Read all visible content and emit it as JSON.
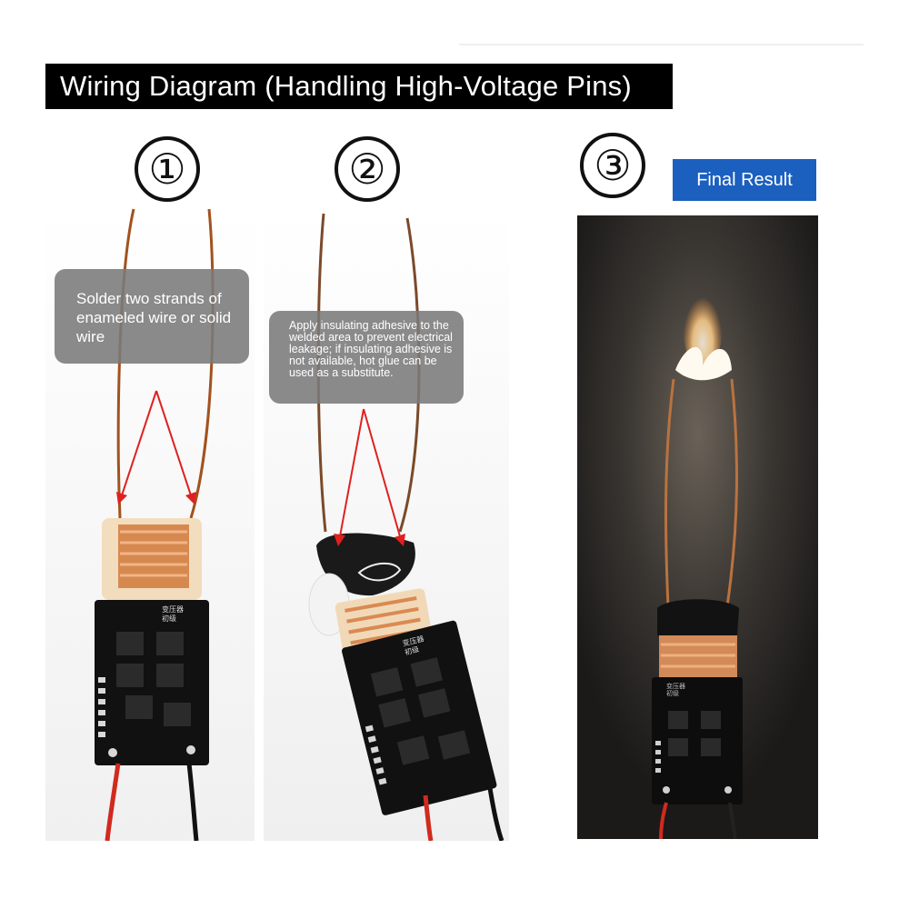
{
  "title": "Wiring Diagram (Handling High-Voltage Pins)",
  "steps": [
    {
      "number": "①"
    },
    {
      "number": "②"
    },
    {
      "number": "③"
    }
  ],
  "final_result_label": "Final Result",
  "callouts": {
    "step1": "Solder two strands of enameled wire or solid wire",
    "step2": "Apply insulating adhesive to the welded area to prevent electrical leakage; if insulating adhesive is not available, hot glue can be used as a substitute."
  },
  "board_labels": {
    "transformer": "变压器",
    "primary": "初级"
  },
  "colors": {
    "title_bg": "#000000",
    "badge_bg": "#1b5fbf",
    "arrow": "#e02020",
    "callout_bg": "#7a7a7a"
  }
}
